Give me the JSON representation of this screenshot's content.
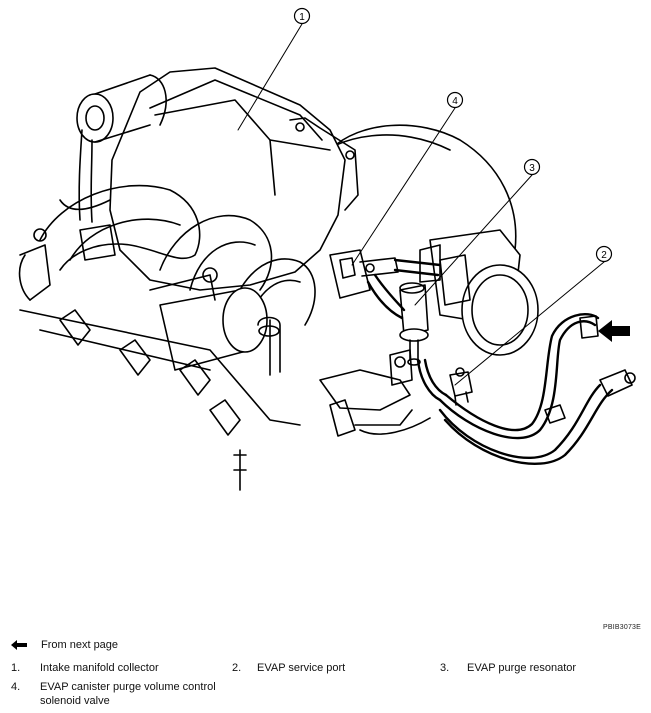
{
  "callouts": [
    "1",
    "2",
    "3",
    "4"
  ],
  "figure_id": "PBIB3073E",
  "arrow_legend": {
    "icon": "direction-arrow-icon",
    "text": "From next page"
  },
  "legend": [
    {
      "num": "1.",
      "text": "Intake manifold collector"
    },
    {
      "num": "2.",
      "text": "EVAP service port"
    },
    {
      "num": "3.",
      "text": "EVAP purge resonator"
    },
    {
      "num": "4.",
      "text": "EVAP canister purge volume control solenoid valve"
    }
  ]
}
